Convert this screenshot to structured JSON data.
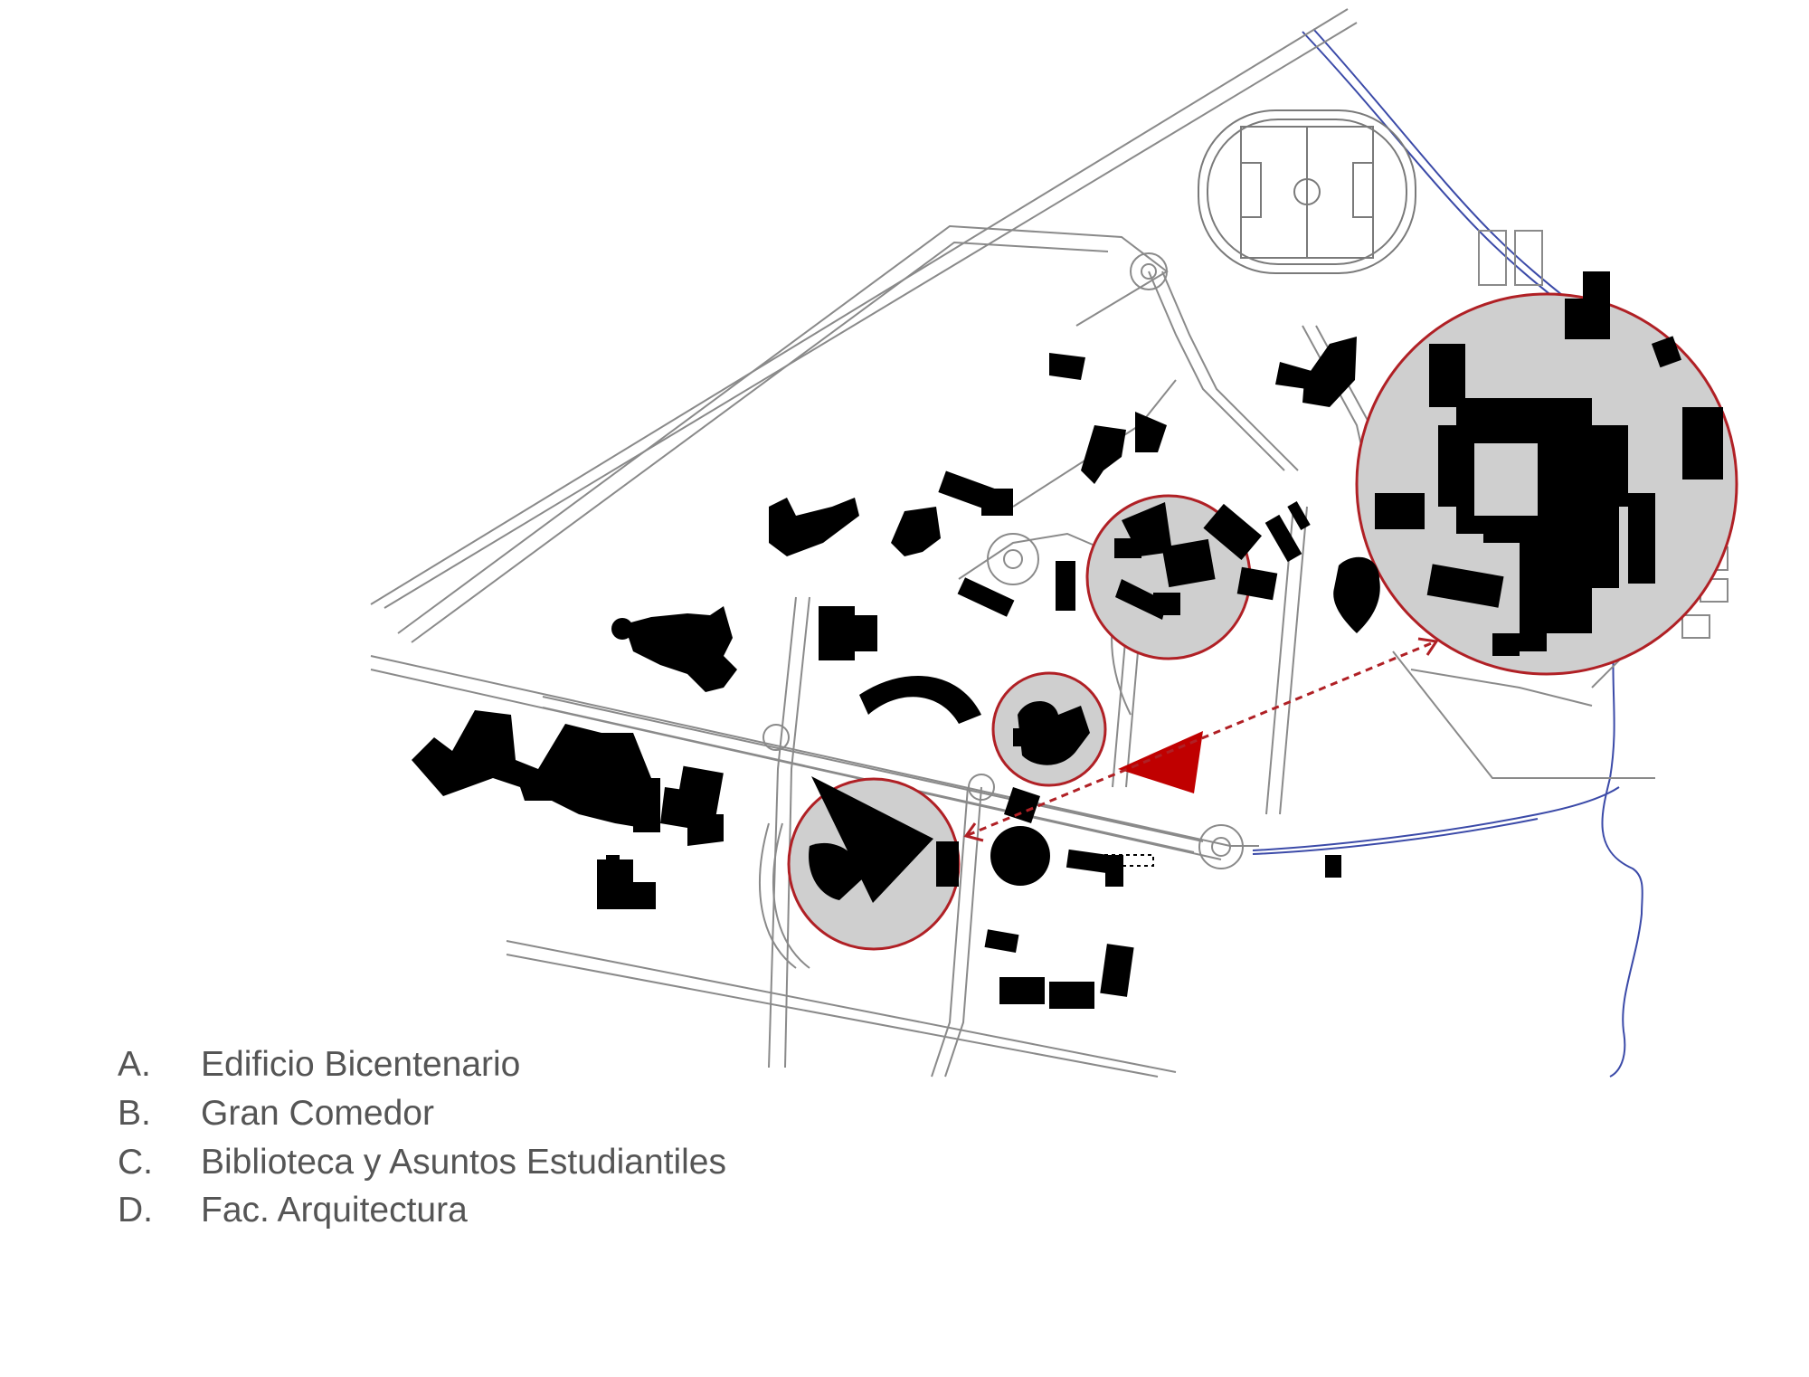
{
  "legend": {
    "items": [
      {
        "letter": "A.",
        "label": "Edificio Bicentenario"
      },
      {
        "letter": "B.",
        "label": "Gran Comedor"
      },
      {
        "letter": "C.",
        "label": "Biblioteca y Asuntos Estudiantiles"
      },
      {
        "letter": "D.",
        "label": "Fac. Arquitectura"
      }
    ]
  },
  "colors": {
    "building": "#000000",
    "road_line": "#8a8a8a",
    "highlight_circle_fill": "#cfcfcf",
    "highlight_circle_stroke": "#b02025",
    "highlight_site": "#c00000",
    "river": "#3b4aa8",
    "legend_text": "#555555"
  }
}
